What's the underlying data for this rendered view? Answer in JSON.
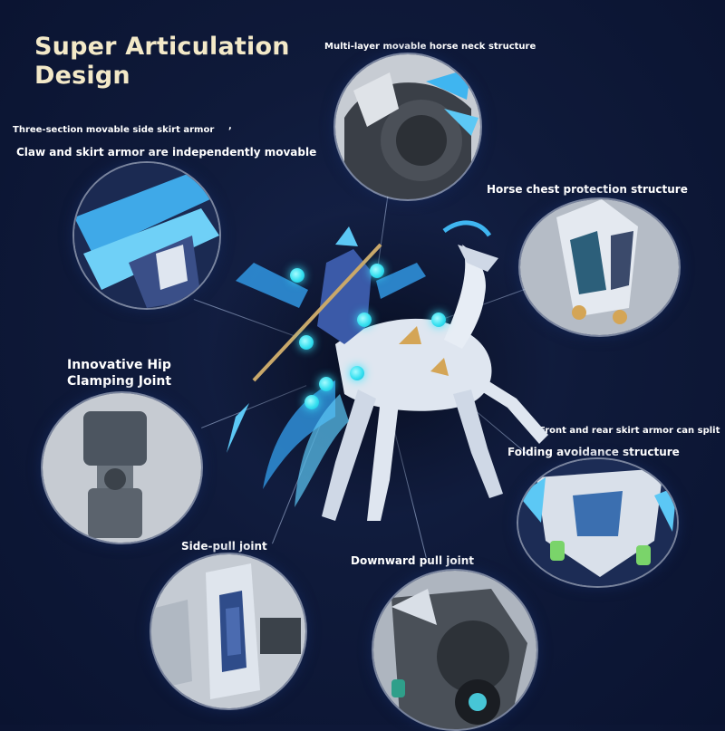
{
  "title": "Super Articulation Design",
  "labels": {
    "neck": "Multi-layer movable horse neck structure",
    "side_skirt": "Three-section movable side skirt armor",
    "comma": ",",
    "claw": "Claw and skirt armor are independently movable",
    "chest": "Horse chest protection structure",
    "hip": "Innovative Hip Clamping Joint",
    "skirt_split": "Front and rear skirt armor can split",
    "folding": "Folding avoidance structure",
    "side_pull": "Side-pull joint",
    "downward_pull": "Downward pull joint"
  },
  "colors": {
    "background": "#0f1a3a",
    "title": "#f3e9c8",
    "accent_cyan": "#36e0f0",
    "armor_white": "#dfe6f0",
    "armor_blue": "#2f8fd8"
  }
}
